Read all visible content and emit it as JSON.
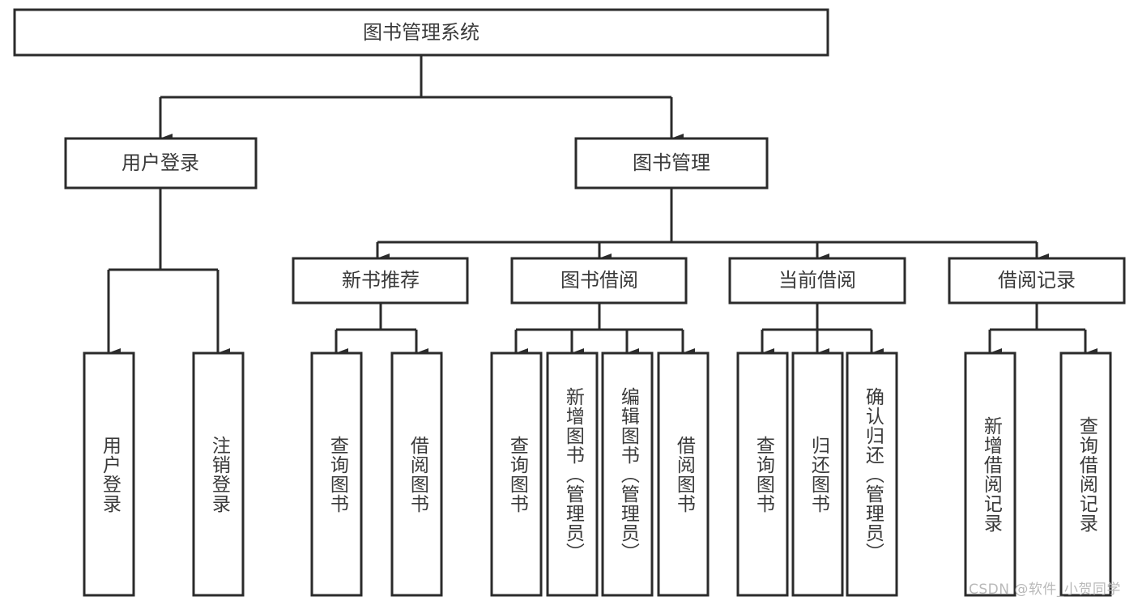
{
  "diagram": {
    "title": "图书管理系统",
    "type": "tree",
    "watermark": "CSDN @软件_小贺同学",
    "colors": {
      "stroke": "#2b2b2b",
      "fill": "#ffffff",
      "text": "#3a3a3a",
      "watermark": "#b9b9b9"
    },
    "nodes": {
      "root": {
        "label": "图书管理系统",
        "level": 1,
        "orientation": "horizontal"
      },
      "l2": [
        {
          "id": "user-login",
          "label": "用户登录",
          "level": 2,
          "orientation": "horizontal"
        },
        {
          "id": "book-management",
          "label": "图书管理",
          "level": 2,
          "orientation": "horizontal"
        }
      ],
      "l3": [
        {
          "id": "new-book-recommend",
          "label": "新书推荐",
          "level": 3,
          "orientation": "horizontal"
        },
        {
          "id": "book-borrow",
          "label": "图书借阅",
          "level": 3,
          "orientation": "horizontal"
        },
        {
          "id": "current-borrow",
          "label": "当前借阅",
          "level": 3,
          "orientation": "horizontal"
        },
        {
          "id": "borrow-record",
          "label": "借阅记录",
          "level": 3,
          "orientation": "horizontal"
        }
      ],
      "leaves": [
        {
          "id": "leaf-user-login",
          "label": "用户登录",
          "parent": "user-login",
          "orientation": "vertical"
        },
        {
          "id": "leaf-user-logout",
          "label": "注销登录",
          "parent": "user-login",
          "orientation": "vertical"
        },
        {
          "id": "leaf-query-book-1",
          "label": "查询图书",
          "parent": "new-book-recommend",
          "orientation": "vertical"
        },
        {
          "id": "leaf-borrow-book-1",
          "label": "借阅图书",
          "parent": "new-book-recommend",
          "orientation": "vertical"
        },
        {
          "id": "leaf-query-book-2",
          "label": "查询图书",
          "parent": "book-borrow",
          "orientation": "vertical"
        },
        {
          "id": "leaf-add-book",
          "label": "新增图书（管理员）",
          "parent": "book-borrow",
          "orientation": "vertical"
        },
        {
          "id": "leaf-edit-book",
          "label": "编辑图书（管理员）",
          "parent": "book-borrow",
          "orientation": "vertical"
        },
        {
          "id": "leaf-borrow-book-2",
          "label": "借阅图书",
          "parent": "book-borrow",
          "orientation": "vertical"
        },
        {
          "id": "leaf-query-book-3",
          "label": "查询图书",
          "parent": "current-borrow",
          "orientation": "vertical"
        },
        {
          "id": "leaf-return-book",
          "label": "归还图书",
          "parent": "current-borrow",
          "orientation": "vertical"
        },
        {
          "id": "leaf-confirm-return",
          "label": "确认归还（管理员）",
          "parent": "current-borrow",
          "orientation": "vertical"
        },
        {
          "id": "leaf-add-record",
          "label": "新增借阅记录",
          "parent": "borrow-record",
          "orientation": "vertical"
        },
        {
          "id": "leaf-query-record",
          "label": "查询借阅记录",
          "parent": "borrow-record",
          "orientation": "vertical"
        }
      ]
    }
  }
}
